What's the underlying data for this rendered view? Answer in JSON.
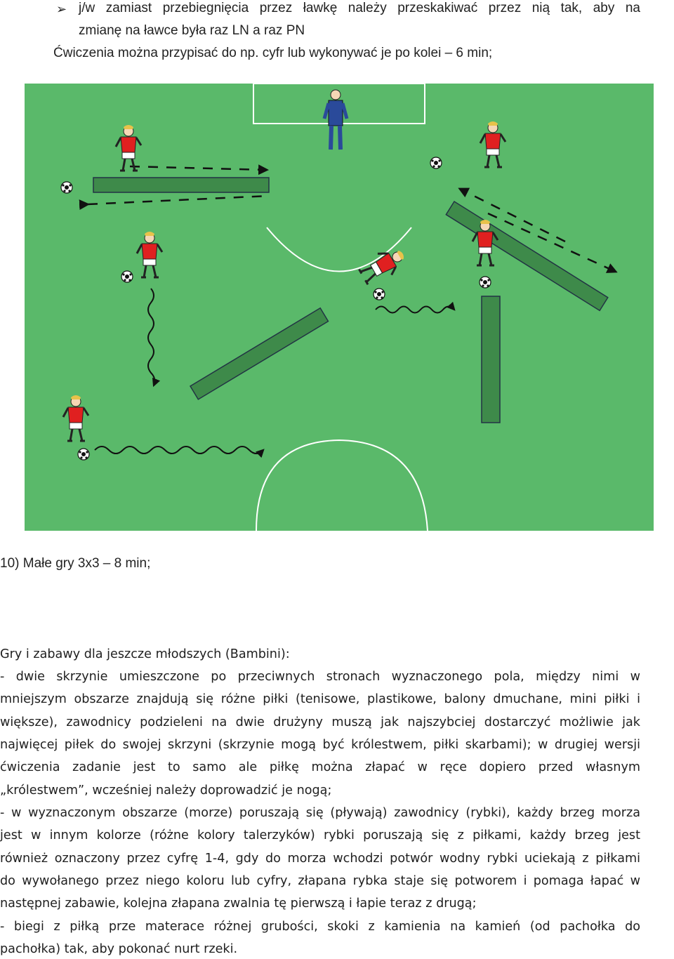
{
  "intro": {
    "bullet_symbol": "➢",
    "bullet_line1": "j/w zamiast przebiegnięcia przez ławkę należy przeskakiwać przez nią tak, aby na",
    "bullet_line2": "zmianę na ławce była raz LN a raz PN",
    "line3": "Ćwiczenia można przypisać do np. cyfr lub wykonywać je po kolei – 6 min;"
  },
  "diagram": {
    "pitch_color": "#5ab96a",
    "line_color": "#ffffff",
    "bench_color": "#3e8a4a",
    "player_shirt_color": "#e02020",
    "coach_color": "#2a4a9a"
  },
  "section10": {
    "heading": "10) Małe gry 3x3 – 8 min;"
  },
  "bambini": {
    "heading": "Gry i zabawy dla jeszcze młodszych (Bambini):",
    "lines": [
      "- dwie skrzynie umieszczone po przeciwnych stronach wyznaczonego pola, między nimi w",
      "mniejszym obszarze znajdują się różne piłki (tenisowe, plastikowe, balony dmuchane, mini piłki i",
      "większe), zawodnicy podzieleni na dwie drużyny muszą jak najszybciej dostarczyć możliwie jak",
      "najwięcej piłek do swojej skrzyni (skrzynie mogą być królestwem, piłki skarbami); w drugiej wersji",
      "ćwiczenia zadanie jest to samo ale piłkę można złapać w ręce dopiero przed własnym",
      "„królestwem”, wcześniej należy doprowadzić je nogą;",
      "- w wyznaczonym obszarze (morze) poruszają się (pływają) zawodnicy (rybki), każdy brzeg morza",
      "jest w innym kolorze (różne kolory talerzyków) rybki poruszają się z piłkami, każdy brzeg jest",
      "również oznaczony przez cyfrę 1-4, gdy do morza wchodzi potwór wodny rybki uciekają z piłkami",
      "do wywołanego przez niego koloru lub cyfry, złapana rybka staje się potworem i pomaga łapać w",
      "następnej zabawie, kolejna złapana zwalnia tę pierwszą i łapie teraz z drugą;",
      "- biegi z piłką prze materace różnej grubości, skoki z kamienia na kamień (od pachołka do",
      "pachołka) tak, aby pokonać nurt rzeki."
    ]
  }
}
